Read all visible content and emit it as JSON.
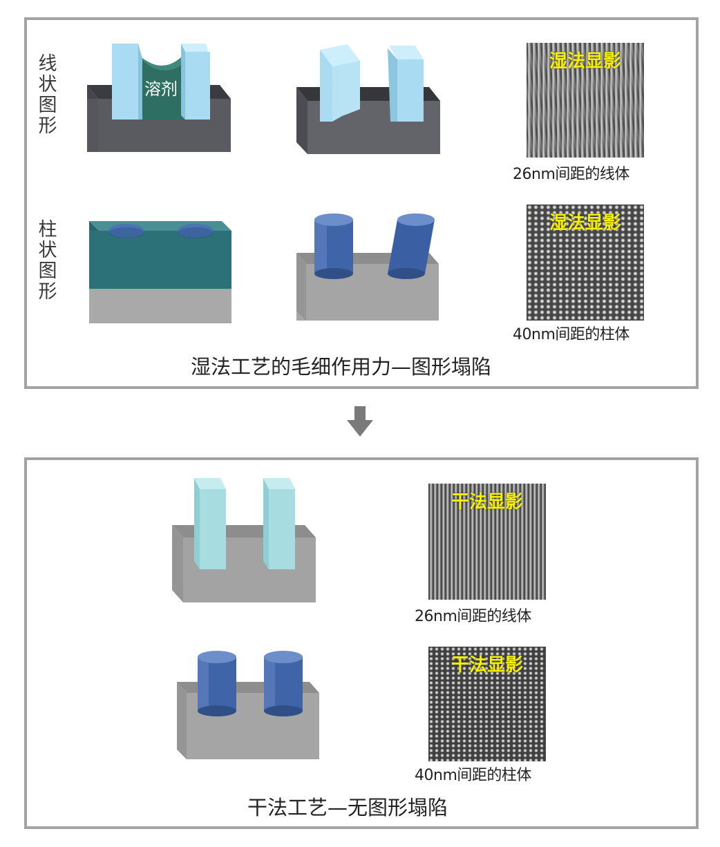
{
  "colors": {
    "panel_border": "#a3a3a3",
    "resist_light_blue": "#a9dcf2",
    "solvent_teal": "#2f6e63",
    "pillar_blue": "#3f64a8",
    "substrate_dark": "#55575d",
    "substrate_gray": "#a9a9a9",
    "sem_label_yellow": "#f7f000"
  },
  "wet_panel": {
    "row_labels": {
      "lines": "线状图形",
      "pillars": "柱状图形"
    },
    "solvent_label": "溶剂",
    "sem_lines": {
      "title": "湿法显影",
      "caption": "26nm间距的线体"
    },
    "sem_pillars": {
      "title": "湿法显影",
      "caption": "40nm间距的柱体"
    },
    "caption": "湿法工艺的毛细作用力—图形塌陷"
  },
  "arrow": {
    "icon": "down-arrow-icon"
  },
  "dry_panel": {
    "sem_lines": {
      "title": "干法显影",
      "caption": "26nm间距的线体"
    },
    "sem_pillars": {
      "title": "干法显影",
      "caption": "40nm间距的柱体"
    },
    "caption": "干法工艺—无图形塌陷"
  }
}
